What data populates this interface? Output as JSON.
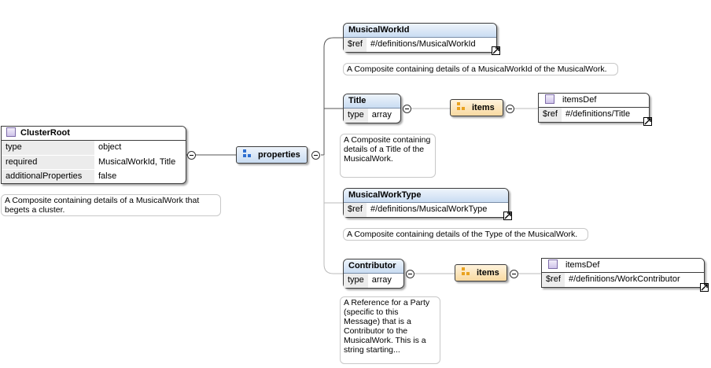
{
  "root": {
    "title": "ClusterRoot",
    "rows": [
      {
        "key": "type",
        "value": "object"
      },
      {
        "key": "required",
        "value": "MusicalWorkId, Title"
      },
      {
        "key": "additionalProperties",
        "value": "false"
      }
    ],
    "annotation": "A Composite containing details of a MusicalWork that begets a cluster."
  },
  "properties_label": "properties",
  "musicalWorkId": {
    "title": "MusicalWorkId",
    "ref_key": "$ref",
    "ref_value": "#/definitions/MusicalWorkId",
    "annotation": "A Composite containing details of a MusicalWorkId of the MusicalWork."
  },
  "title": {
    "title": "Title",
    "type_key": "type",
    "type_value": "array",
    "annotation": "A Composite containing details of a Title of the MusicalWork.",
    "items_label": "items",
    "items_def": {
      "title": "itemsDef",
      "ref_key": "$ref",
      "ref_value": "#/definitions/Title"
    }
  },
  "musicalWorkType": {
    "title": "MusicalWorkType",
    "ref_key": "$ref",
    "ref_value": "#/definitions/MusicalWorkType",
    "annotation": "A Composite containing details of the Type of the MusicalWork."
  },
  "contributor": {
    "title": "Contributor",
    "type_key": "type",
    "type_value": "array",
    "annotation": "A Reference for a Party (specific to this Message) that is a Contributor to the MusicalWork. This is a string starting...",
    "items_label": "items",
    "items_def": {
      "title": "itemsDef",
      "ref_key": "$ref",
      "ref_value": "#/definitions/WorkContributor"
    }
  },
  "icons": {
    "node": "schema-node-icon",
    "collapse": "collapse-minus-icon",
    "link": "reference-link-arrow-icon",
    "compositor": "compositor-grid-icon"
  },
  "colors": {
    "header_blue": "#c9dcf2",
    "items_orange": "#f8d9a0",
    "properties_icon_blue": "#2f6fd0",
    "items_icon_orange": "#e9a21f",
    "node_icon_purple": "#cfc4ea"
  }
}
